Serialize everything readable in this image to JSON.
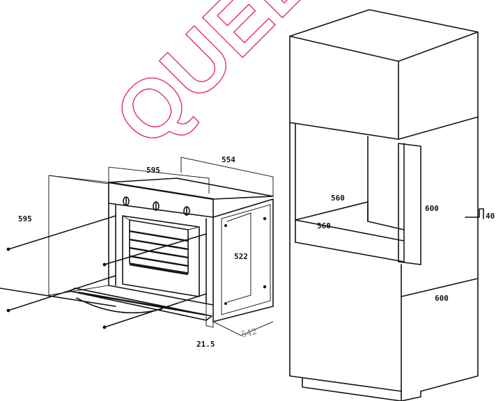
{
  "watermark": {
    "text": "QUEE",
    "color": "#e31b6d"
  },
  "oven_dimensions": {
    "depth_top": "554",
    "front_width": "595",
    "height_side": "595",
    "body_height": "522",
    "body_depth": "542",
    "front_thickness": "21.5"
  },
  "cabinet_dimensions": {
    "niche_depth": "560",
    "niche_width": "560",
    "niche_height": "600",
    "side_offset": "40",
    "lower_height": "600"
  }
}
